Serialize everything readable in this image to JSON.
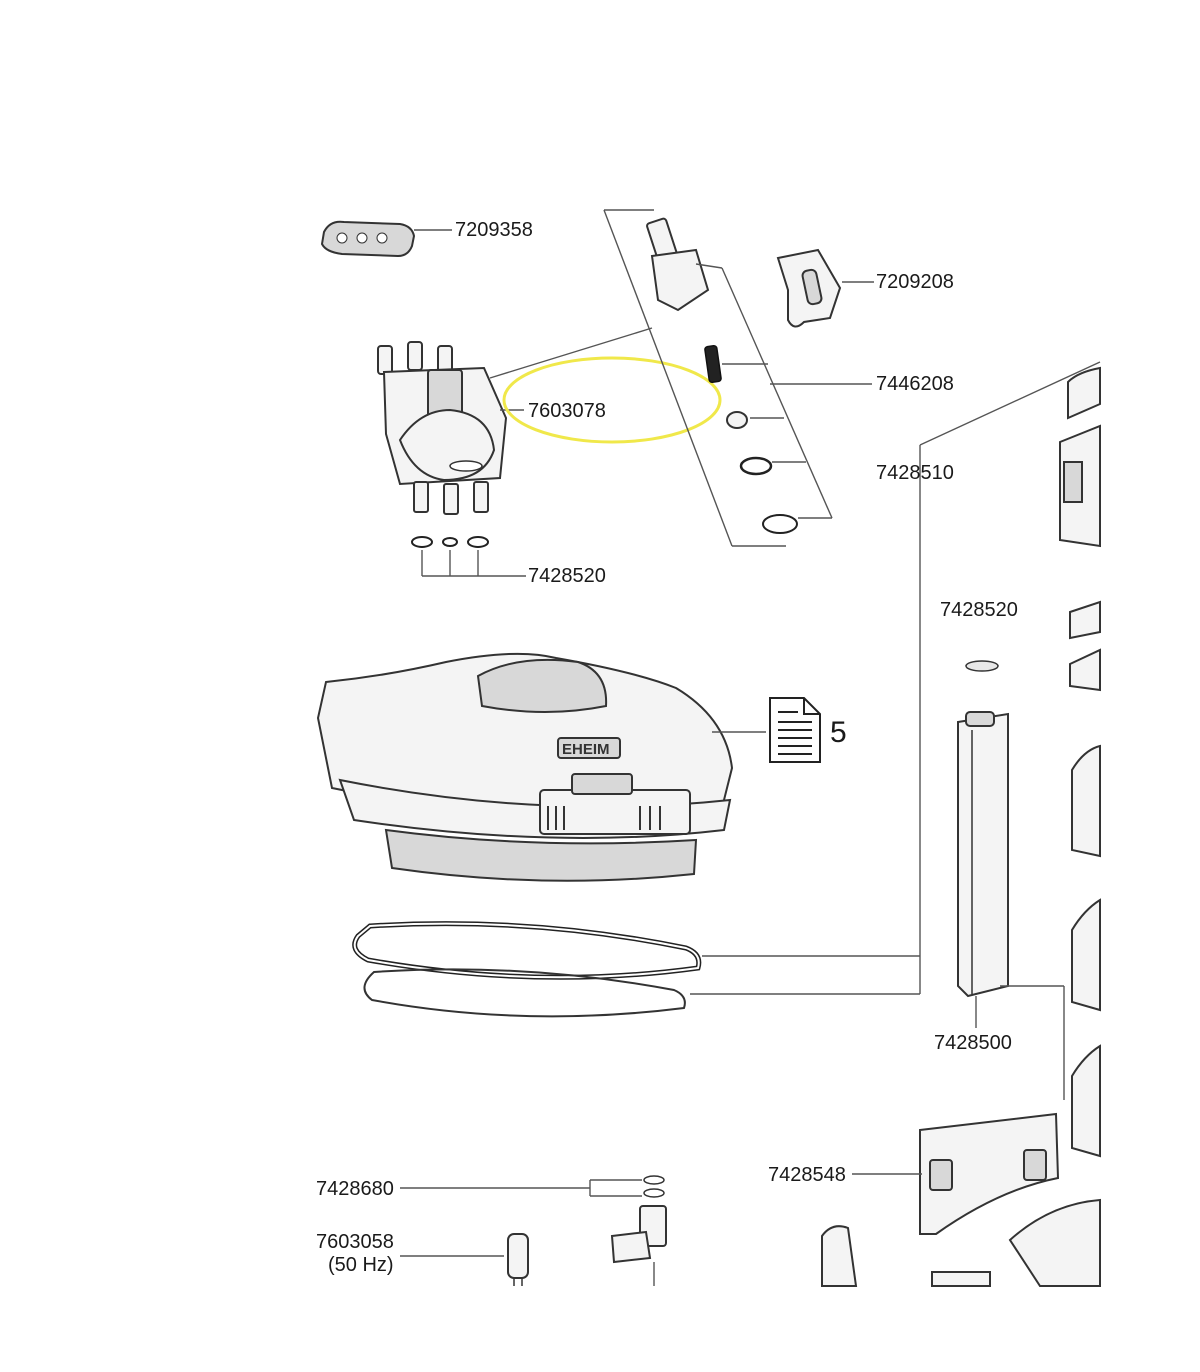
{
  "labels": {
    "p7209358": "7209358",
    "p7209208": "7209208",
    "p7446208": "7446208",
    "p7603078": "7603078",
    "p7428510": "7428510",
    "p7428520_a": "7428520",
    "p7428520_b": "7428520",
    "p7428500": "7428500",
    "p7428548": "7428548",
    "p7428680": "7428680",
    "p7603058": "7603058",
    "p7603058_note": "(50 Hz)"
  },
  "doc_reference": "5",
  "brand_text": "EHEIM",
  "colors": {
    "highlight": "#f0e84a",
    "line": "#555555"
  }
}
